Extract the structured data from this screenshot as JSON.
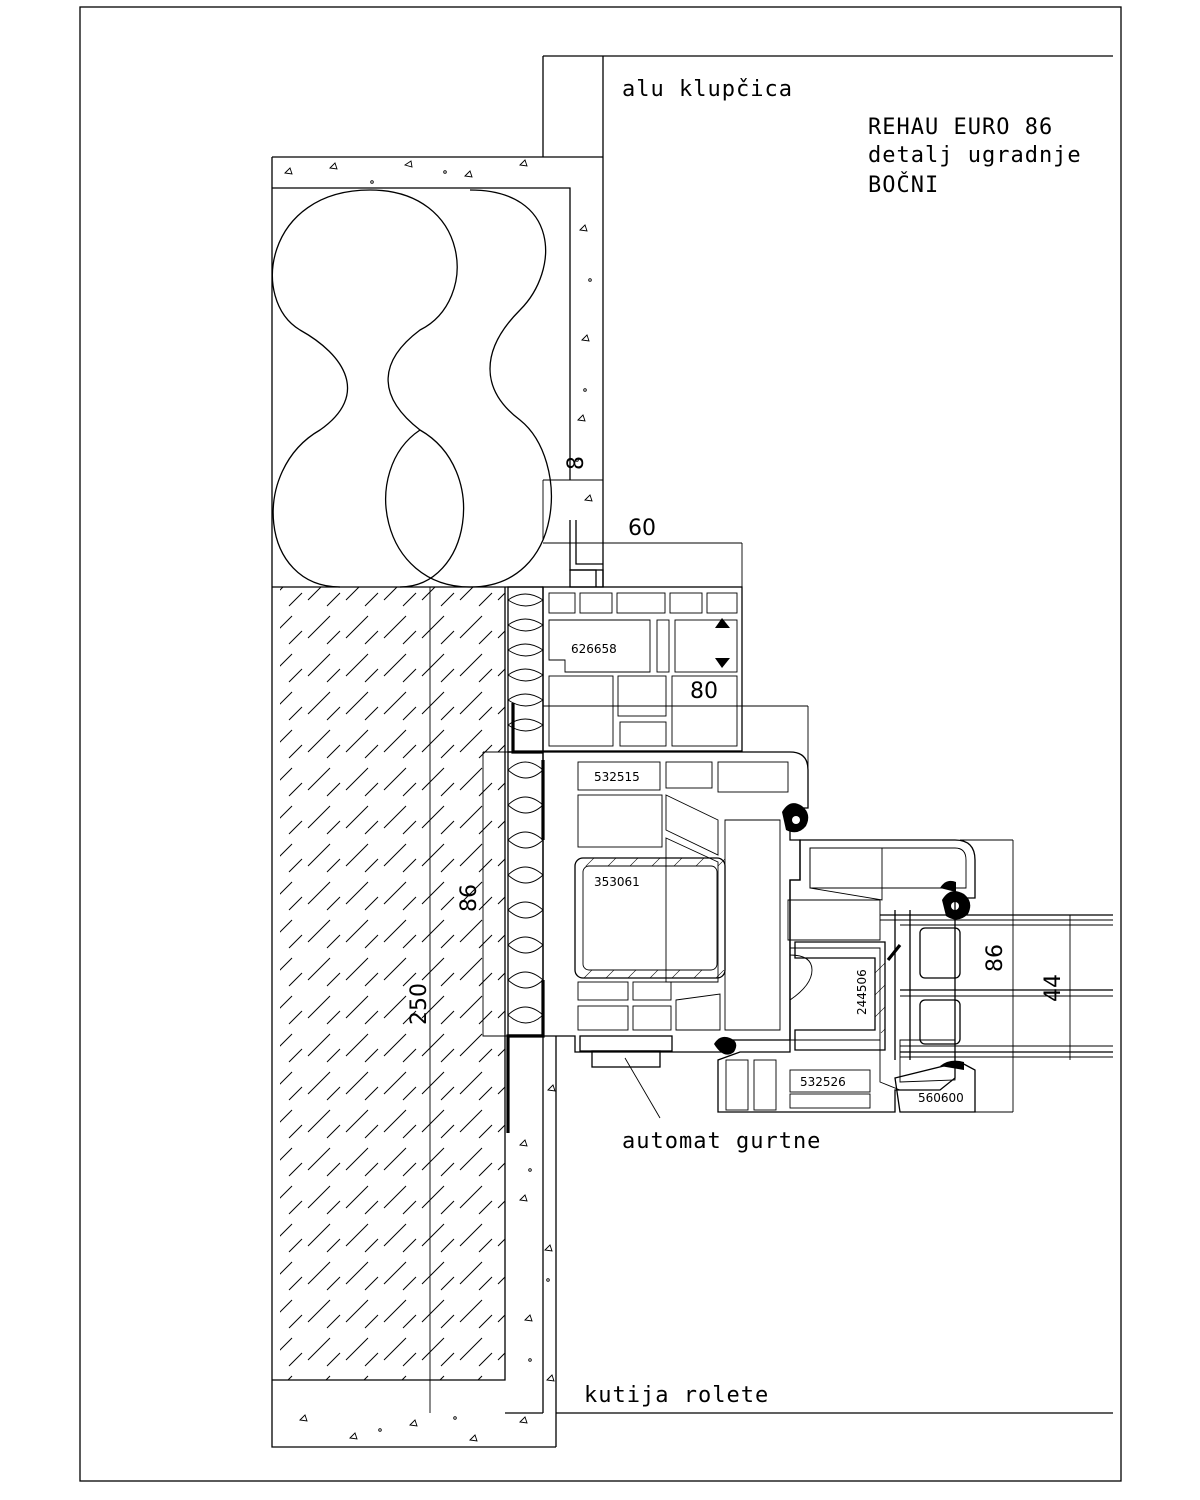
{
  "title": {
    "line1": "REHAU EURO 86",
    "line2": "detalj ugradnje",
    "line3": "BOČNI"
  },
  "labels": {
    "top": "alu klupčica",
    "bottom": "kutija rolete",
    "automat": "automat gurtne"
  },
  "dimensions": {
    "d8": "8",
    "d60": "60",
    "d80": "80",
    "d86_left": "86",
    "d250": "250",
    "d86_right": "86",
    "d44": "44"
  },
  "profile_codes": {
    "c626658": "626658",
    "c532515": "532515",
    "c353061": "353061",
    "c244506": "244506",
    "c532526": "532526",
    "c560600": "560600"
  }
}
